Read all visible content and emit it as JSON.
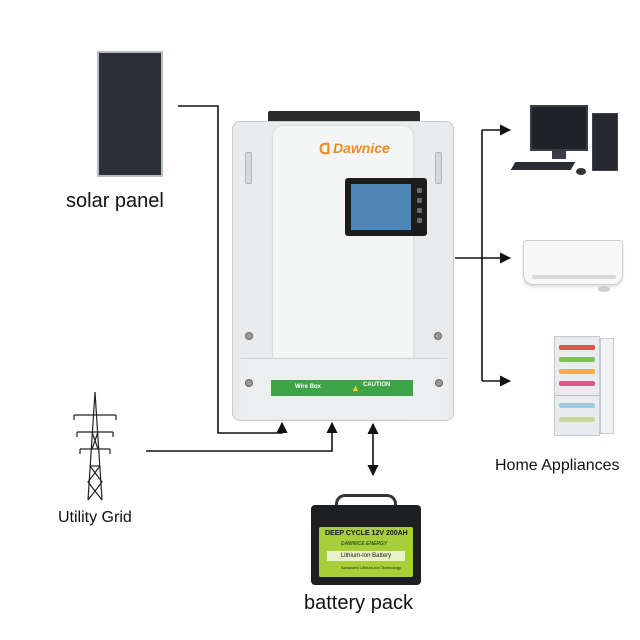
{
  "labels": {
    "solar": "solar panel",
    "grid": "Utility Grid",
    "home": "Home Appliances",
    "battery": "battery pack"
  },
  "inverter": {
    "brand": "Dawnice",
    "wire_box": "Wire Box",
    "caution": "CAUTION"
  },
  "battery": {
    "spec": "DEEP CYCLE  12V 200AH",
    "brand": "DAWNICE ENERGY",
    "type": "Lithium-Ion Battery",
    "tagline": "Advanced Lithium-Ion Technology"
  },
  "colors": {
    "brand_orange": "#f08a1c",
    "battery_green": "#a8cf3a",
    "wire_box_green": "#3da447",
    "wire": "#111111"
  }
}
